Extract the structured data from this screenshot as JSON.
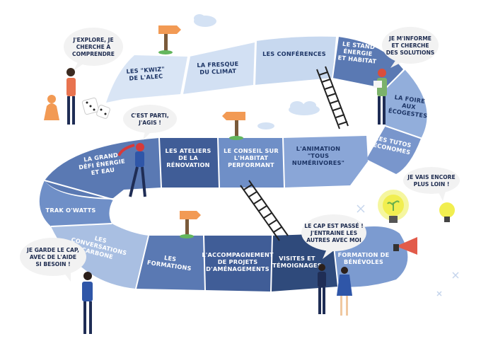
{
  "board": {
    "steps": [
      {
        "id": "kwiz",
        "lines": [
          "LES \"KWIZ\"",
          "DE L'ALEC"
        ]
      },
      {
        "id": "fresque",
        "lines": [
          "LA FRESQUE",
          "DU CLIMAT"
        ]
      },
      {
        "id": "conferences",
        "lines": [
          "LES CONFÉRENCES"
        ]
      },
      {
        "id": "stand",
        "lines": [
          "LE STAND",
          "ÉNERGIE",
          "ET HABITAT"
        ]
      },
      {
        "id": "foire",
        "lines": [
          "LA FOIRE",
          "AUX",
          "ÉCOGESTES"
        ]
      },
      {
        "id": "tutos",
        "lines": [
          "LES TUTOS",
          "ÉCONOMES"
        ]
      },
      {
        "id": "animation",
        "lines": [
          "L'ANIMATION",
          "\"TOUS",
          "NUMÉRIVORES\""
        ]
      },
      {
        "id": "conseil",
        "lines": [
          "LE CONSEIL SUR",
          "L'HABITAT",
          "PERFORMANT"
        ]
      },
      {
        "id": "ateliers",
        "lines": [
          "LES ATELIERS",
          "DE LA",
          "RÉNOVATION"
        ]
      },
      {
        "id": "defi",
        "lines": [
          "LA GRAND",
          "DÉFI ÉNERGIE",
          "ET EAU"
        ]
      },
      {
        "id": "trak",
        "lines": [
          "TRAK O'WATTS"
        ]
      },
      {
        "id": "conversations",
        "lines": [
          "LES",
          "CONVERSATIONS",
          "CARBONE"
        ]
      },
      {
        "id": "formations",
        "lines": [
          "LES",
          "FORMATIONS"
        ]
      },
      {
        "id": "accompagnement",
        "lines": [
          "L'ACCOMPAGNEMENT",
          "DE PROJETS",
          "D'AMÉNAGEMENTS"
        ]
      },
      {
        "id": "visites",
        "lines": [
          "VISITES ET",
          "TÉMOIGNAGES"
        ]
      },
      {
        "id": "benevoles",
        "lines": [
          "FORMATION DE",
          "BÉNÉVOLES"
        ]
      }
    ],
    "bubbles": [
      {
        "id": "explore",
        "lines": [
          "J'EXPLORE, JE",
          "CHERCHE À",
          "COMPRENDRE"
        ]
      },
      {
        "id": "informe",
        "lines": [
          "JE M'INFORME",
          "ET CHERCHE",
          "DES SOLUTIONS"
        ]
      },
      {
        "id": "parti",
        "lines": [
          "C'EST PARTI,",
          "J'AGIS !"
        ]
      },
      {
        "id": "loin",
        "lines": [
          "JE VAIS ENCORE",
          "PLUS LOIN !"
        ]
      },
      {
        "id": "cap",
        "lines": [
          "LE CAP EST PASSÉ !",
          "J'ENTRAINE LES",
          "AUTRES AVEC MOI"
        ]
      },
      {
        "id": "garde",
        "lines": [
          "JE GARDE LE CAP,",
          "AVEC DE L'AIDE",
          "SI BESOIN !"
        ]
      }
    ],
    "colors": {
      "light": "#d2e0f3",
      "mid": "#92aedb",
      "dark": "#5a79b3",
      "darker": "#405d97",
      "navy": "#2f4a7b",
      "text_dark": "#1d3566",
      "text_light": "#ffffff",
      "sign": "#f29a54",
      "bulb": "#f1ee50"
    }
  }
}
